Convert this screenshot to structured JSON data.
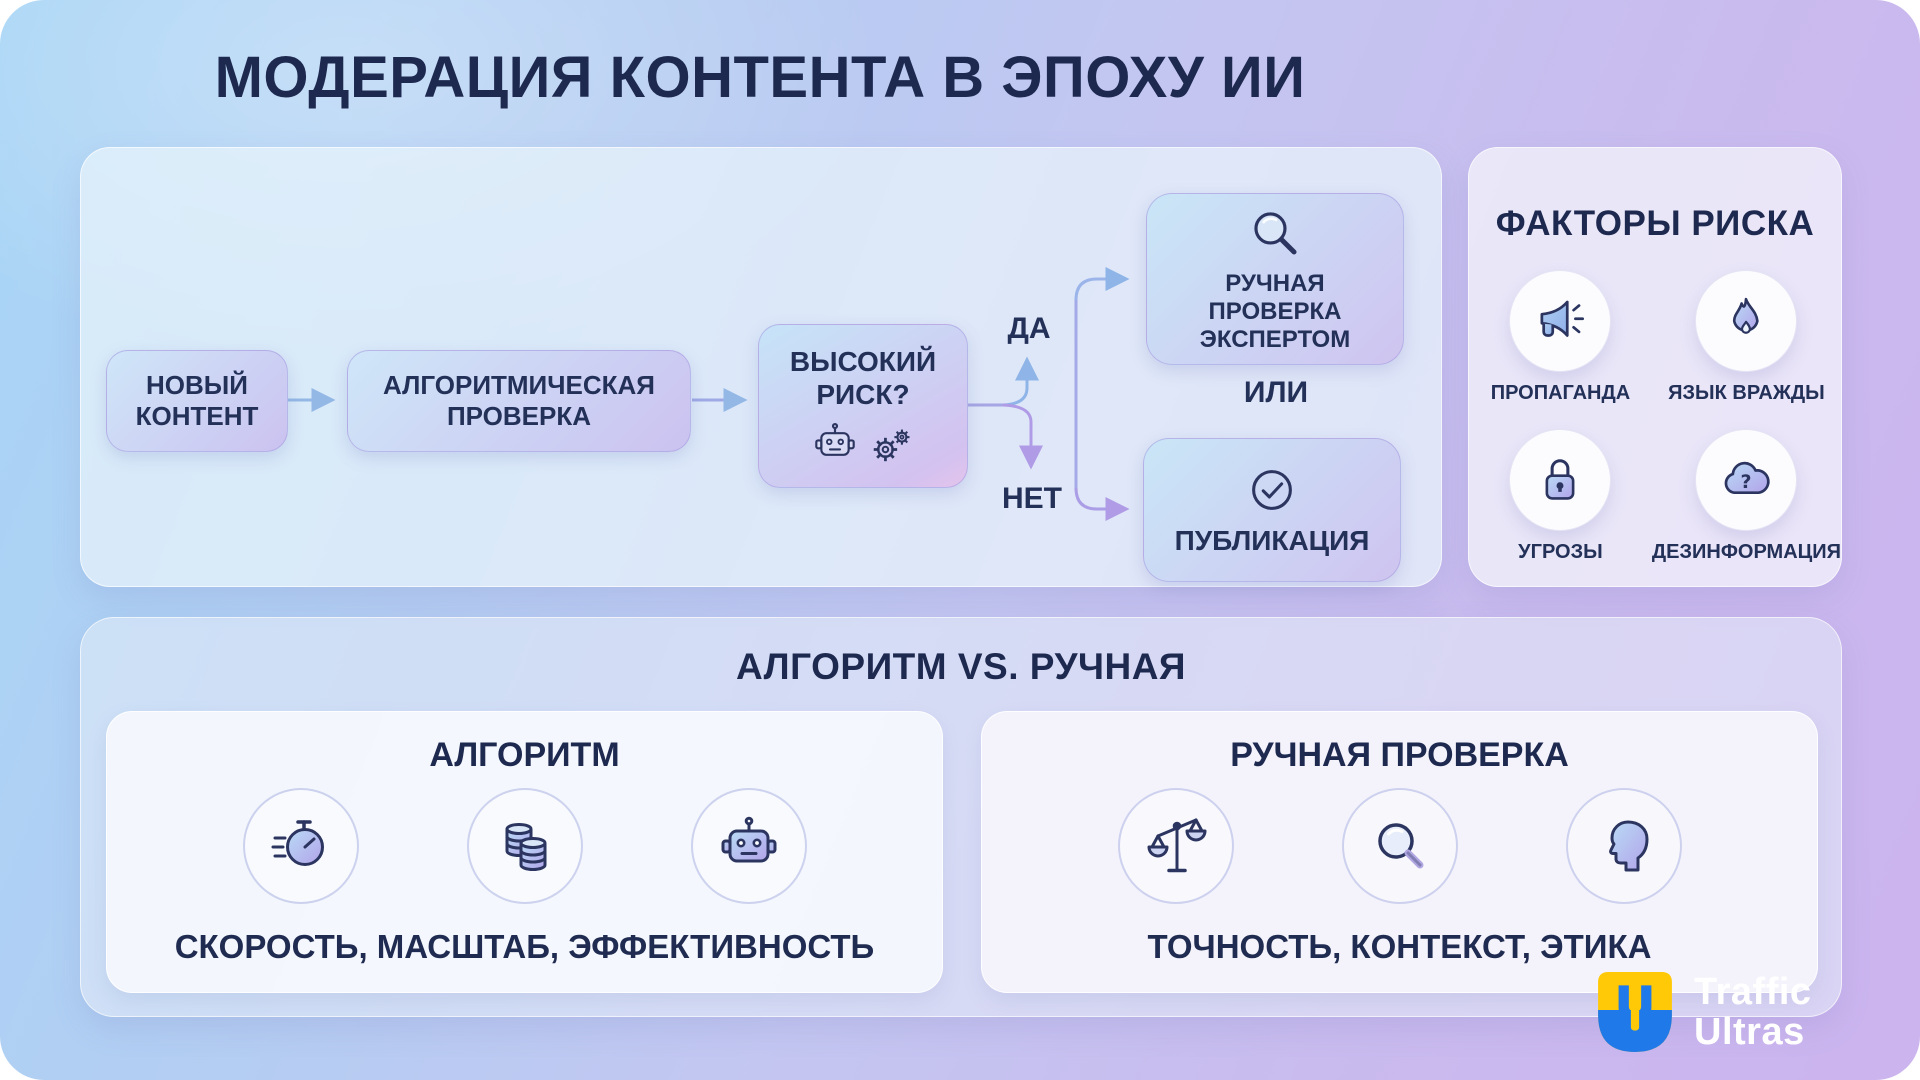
{
  "title": "МОДЕРАЦИЯ КОНТЕНТА В ЭПОХУ ИИ",
  "flowchart": {
    "nodes": {
      "new_content": "НОВЫЙ КОНТЕНТ",
      "algo_check": "АЛГОРИТМИЧЕСКАЯ ПРОВЕРКА",
      "high_risk": "ВЫСОКИЙ РИСК?",
      "yes": "ДА",
      "no": "НЕТ",
      "expert_review": "РУЧНАЯ ПРОВЕРКА ЭКСПЕРТОМ",
      "or": "ИЛИ",
      "publish": "ПУБЛИКАЦИЯ"
    }
  },
  "risk_factors": {
    "heading": "ФАКТОРЫ РИСКА",
    "items": [
      {
        "label": "ПРОПАГАНДА",
        "icon": "megaphone-icon"
      },
      {
        "label": "ЯЗЫК ВРАЖДЫ",
        "icon": "fire-icon"
      },
      {
        "label": "УГРОЗЫ",
        "icon": "lock-icon"
      },
      {
        "label": "ДЕЗИНФОРМАЦИЯ",
        "icon": "cloud-question-icon"
      }
    ]
  },
  "comparison": {
    "heading": "АЛГОРИТМ VS. РУЧНАЯ",
    "cards": [
      {
        "title": "АЛГОРИТМ",
        "caption": "СКОРОСТЬ, МАСШТАБ, ЭФФЕКТИВНОСТЬ",
        "icons": [
          "stopwatch-icon",
          "database-icon",
          "robot-icon"
        ]
      },
      {
        "title": "РУЧНАЯ ПРОВЕРКА",
        "caption": "ТОЧНОСТЬ, КОНТЕКСТ, ЭТИКА",
        "icons": [
          "scales-icon",
          "magnifier-icon",
          "head-profile-icon"
        ]
      }
    ]
  },
  "logo": {
    "line1": "Traffic",
    "line2": "Ultras"
  },
  "colors": {
    "text_navy": "#233058",
    "bg_blue": "#a7d5f6",
    "bg_purple": "#ccb4ef",
    "arrow_blue": "#8fb4e8",
    "arrow_purple": "#b09ce6",
    "logo_yellow": "#ffc908",
    "logo_blue": "#2079e8"
  }
}
